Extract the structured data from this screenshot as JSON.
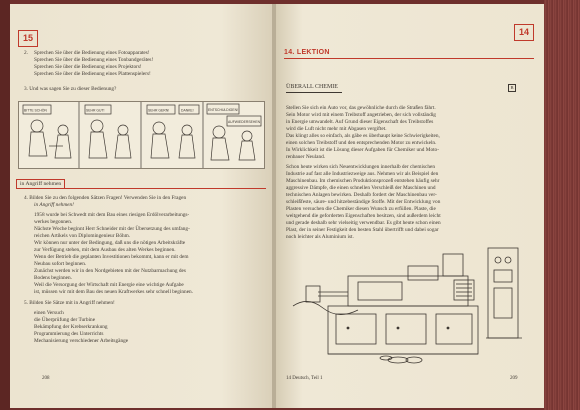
{
  "left": {
    "page_badge": "15",
    "page_number": "208",
    "ex2_num": "2.",
    "ex2_lines": [
      "Sprechen Sie über die Bedienung eines Fotoapparates!",
      "Sprechen Sie über die Bedienung eines Tonbandgerätes!",
      "Sprechen Sie über die Bedienung eines Projektors!",
      "Sprechen Sie über die Bedienung eines Plattenspielers!"
    ],
    "ex3": "3. Und was sagen Sie zu dieser Bedienung?",
    "bubbles": [
      "BITTE SCHÖN",
      "SEHR GUT!",
      "SEHR GERN!",
      "DANKE!",
      "ENTSCHULDIGEN!",
      "AUFWIEDERSEHEN"
    ],
    "label_box": "in Angriff nehmen",
    "ex4_lines": [
      "4. Bilden Sie zu den folgenden Sätzen Fragen! Verwenden Sie in den Fragen",
      "in Angriff nehmen!",
      "1958 wurde bei Schwedt mit dem Bau eines riesigen Erdölverarbeitungs-",
      "werkes begonnen.",
      "Nächste Woche beginnt Herr Schneider mit der Übersetzung des umfang-",
      "reichen Artikels von Diplomingenieur Böhm.",
      "Wir können nur unter der Bedingung, daß uns die nötigen Arbeitskräfte",
      "zur Verfügung stehen, mit dem Ausbau des alten Werkes beginnen.",
      "Wenn der Betrieb die geplanten Investitionen bekommt, kann er mit dem",
      "Neubau sofort beginnen.",
      "Zunächst werden wir in den Nordgebieten mit der Nutzbarmachung des",
      "Bodens beginnen.",
      "Weil die Versorgung der Wirtschaft mit Energie eine wichtige Aufgabe",
      "ist, müssen wir mit dem Bau des neuen Kraftwerkes sehr schnell beginnen."
    ],
    "ex5_title": "5. Bilden Sie Sätze mit in Angriff nehmen!",
    "ex5_items": [
      "einen Versuch",
      "die Überprüfung der Turbine",
      "Bekämpfung der Krebserkrankung",
      "Programmierung des Unterrichts",
      "Mechanisierung verschiedener Arbeitsgänge"
    ]
  },
  "right": {
    "page_badge": "14",
    "page_number": "209",
    "lektion": "14. LEKTION",
    "section": "ÜBERALL CHEMIE",
    "section_icon": "B",
    "body_lines": [
      "Stellen Sie sich ein Auto vor, das gewöhnliche durch die Straßen fährt.",
      "Sein Motor wird mit einem Treibstoff angetrieben, der sich vollständig",
      "in Energie umwandelt. Auf Grund dieser Eigenschaft des Treibstoffes",
      "wird die Luft nicht mehr mit Abgasen vergiftet.",
      "Das klingt alles so einfach, als gäbe es überhaupt keine Schwierigkeiten,",
      "einen solchen Treibstoff und den entsprechenden Motor zu entwickeln.",
      "In Wirklichkeit ist die Lösung dieser Aufgaben für Chemiker und Moto-",
      "renbauer Neuland.",
      "Schon heute wirken sich Neuentwicklungen innerhalb der chemischen",
      "Industrie auf fast alle Industriezweige aus. Nehmen wir als Beispiel den",
      "Maschinenbau. Im chemischen Produktionsprozeß entstehen häufig sehr",
      "aggressive Dämpfe, die einen schnellen Verschleiß der Maschinen und",
      "technischen Anlagen bewirken. Deshalb fordert der Maschinenbau ver-",
      "schleißfeste, säure- und hitzebeständige Stoffe. Mit der Entwicklung von",
      "Plasten versuchen die Chemiker diesen Wunsch zu erfüllen. Plaste, die",
      "weitgehend die geforderten Eigenschaften besitzen, sind außerdem leicht",
      "und gerade deshalb sehr vielseitig verwendbar. Es gibt heute schon einen",
      "Plast, der in seiner Festigkeit den besten Stahl übertrifft und dabei sogar",
      "noch leichter als Aluminium ist."
    ],
    "footer_left": "14 Deutsch, Teil 1"
  },
  "colors": {
    "accent": "#c0392b",
    "paper": "#efe8d6",
    "cover": "#6e2f2c"
  }
}
